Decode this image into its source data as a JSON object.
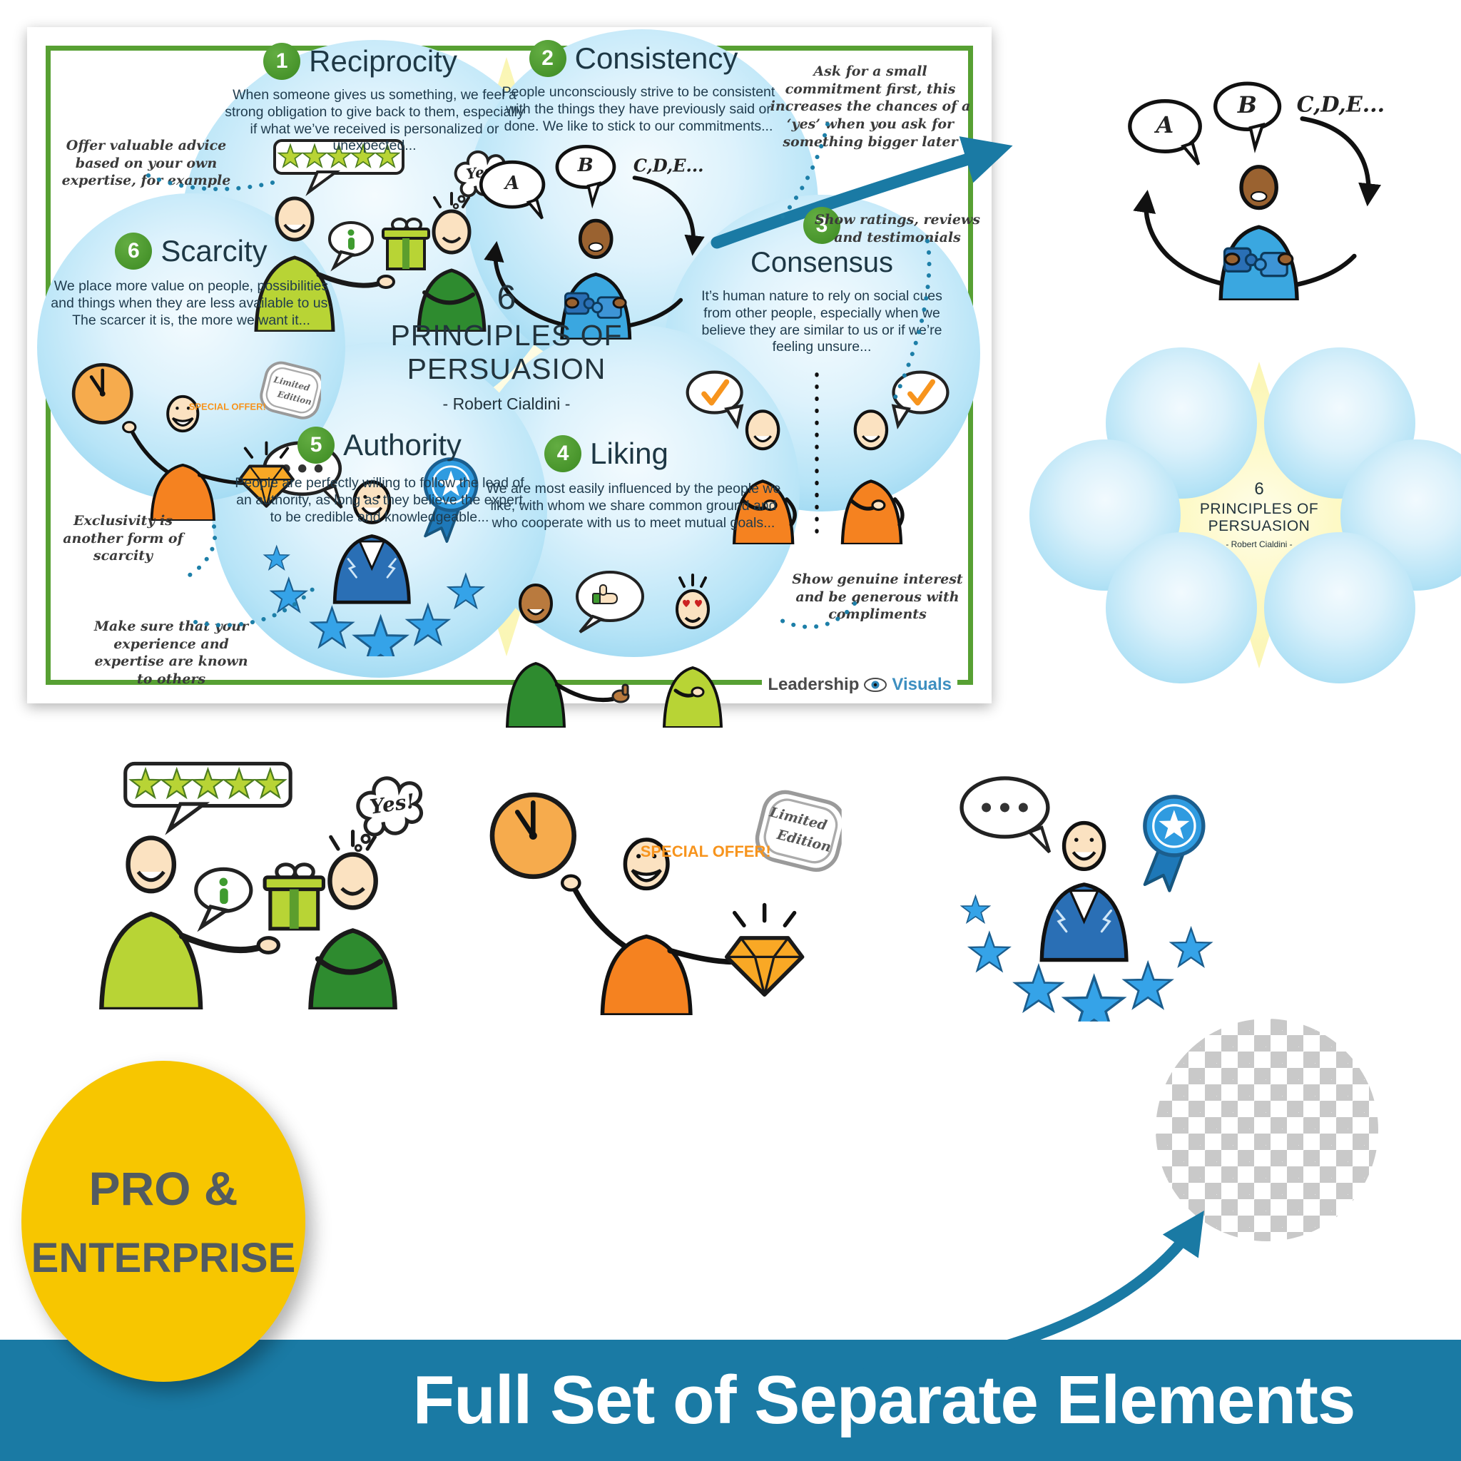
{
  "poster": {
    "center": {
      "number": "6",
      "title_line1": "PRINCIPLES OF",
      "title_line2": "PERSUASION",
      "author": "- Robert Cialdini -"
    },
    "bubbles": [
      {
        "number": "1",
        "title": "Reciprocity",
        "body": "When someone gives us something, we feel a strong obligation to give back to them, especially if what we’ve received is personalized or unexpected..."
      },
      {
        "number": "2",
        "title": "Consistency",
        "body": "People unconsciously strive to be consistent with the things they have previously said or done. We like to stick to our commitments..."
      },
      {
        "number": "3",
        "title": "Consensus",
        "body": "It’s human nature to rely on social cues from other people, especially when we believe they are similar to us or if we’re feeling unsure..."
      },
      {
        "number": "4",
        "title": "Liking",
        "body": "We are most easily influenced by the people we like, with whom we share common ground and who cooperate with us to meet mutual goals..."
      },
      {
        "number": "5",
        "title": "Authority",
        "body": "People are perfectly willing to follow the lead of an authority, as long as they believe the expert to be credible and knowledgeable..."
      },
      {
        "number": "6",
        "title": "Scarcity",
        "body": "We place more value on people, possibilities and things when they are less available to us. The scarcer it is, the more we want it..."
      }
    ],
    "annotations": {
      "reciprocity": "Offer valuable advice based on your own expertise, for example",
      "consistency": "Ask for a small commitment first, this increases the chances of a ‘yes’ when you ask for something bigger later",
      "consensus": "Show ratings, reviews and testimonials",
      "liking": "Show genuine interest and be generous with compliments",
      "scarcity": "Exclusivity is another form of scarcity",
      "authority": "Make sure that your experience and expertise are known to others"
    },
    "logo": {
      "word1": "Leadership",
      "word2": "Visuals"
    }
  },
  "scenes": {
    "reciprocity": {
      "yes": "Yes!"
    },
    "consistency": {
      "a": "A",
      "b": "B",
      "cde": "C,D,E..."
    },
    "scarcity": {
      "offer": "SPECIAL OFFER!",
      "stamp_line1": "Limited",
      "stamp_line2": "Edition"
    }
  },
  "badge": {
    "line1": "PRO &",
    "line2": "ENTERPRISE"
  },
  "banner": {
    "text": "Full Set of Separate Elements"
  },
  "colors": {
    "accent_blue": "#1a7aa4",
    "leaf_green": "#57a033",
    "badge_yellow": "#f7c600",
    "bubble_blue": "#9ad7f0",
    "star_yellow": "#f8f2a4",
    "offer_orange": "#f7941d"
  }
}
